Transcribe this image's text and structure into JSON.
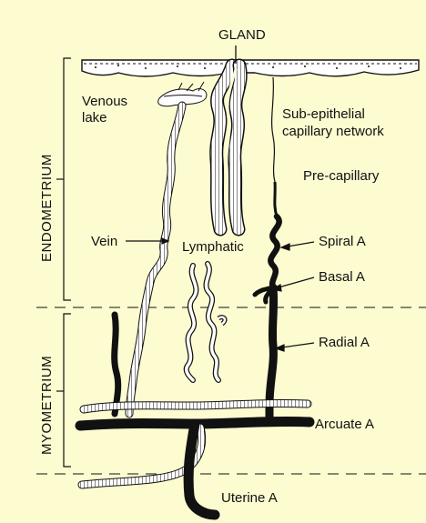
{
  "diagram": {
    "labels": {
      "gland": "GLAND",
      "venous_lake_line1": "Venous",
      "venous_lake_line2": "lake",
      "subepithelial_line1": "Sub-epithelial",
      "subepithelial_line2": "capillary network",
      "pre_capillary": "Pre-capillary",
      "vein": "Vein",
      "lymphatic": "Lymphatic",
      "spiral_a": "Spiral A",
      "basal_a": "Basal A",
      "radial_a": "Radial A",
      "arcuate_a": "Arcuate A",
      "uterine_a": "Uterine A",
      "endometrium": "ENDOMETRIUM",
      "myometrium": "MYOMETRIUM"
    },
    "colors": {
      "background": "#fdfbd0",
      "ink": "#111111"
    }
  }
}
